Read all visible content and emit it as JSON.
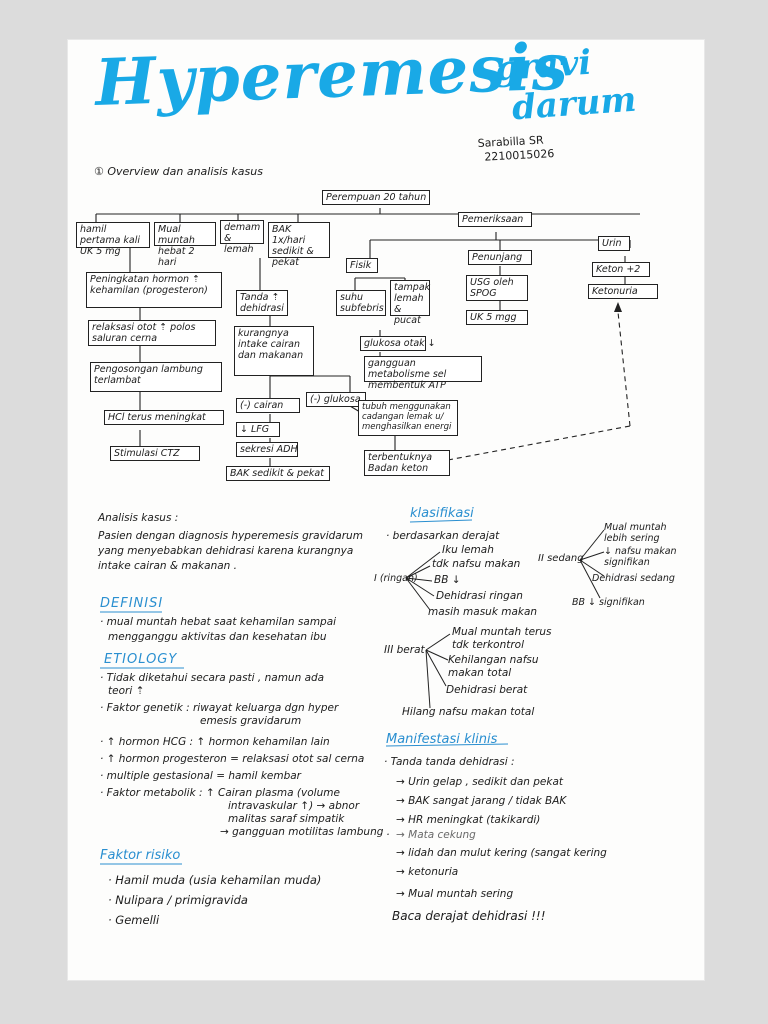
{
  "title": {
    "main": "Hyperemesis",
    "word2": "gravi",
    "word3": "darum"
  },
  "author": {
    "name": "Sarabilla SR",
    "id": "2210015026"
  },
  "overview_heading": "① Overview dan analisis kasus",
  "flow": {
    "root": "Perempuan 20 tahun",
    "hamil": "hamil pertama kali UK 5 mg",
    "mual": "Mual muntah hebat 2 hari",
    "demam": "demam & lemah",
    "bak": "BAK 1x/hari sedikit & pekat",
    "pemeriksaan": "Pemeriksaan",
    "hormon": "Peningkatan hormon ⇡ kehamilan (progesteron)",
    "tanda": "Tanda ⇡ dehidrasi",
    "fisik": "Fisik",
    "suhu": "suhu subfebris",
    "tampak": "tampak lemah & pucat",
    "penunjang": "Penunjang",
    "usg": "USG oleh SPOG",
    "uk": "UK 5 mgg",
    "urin": "Urin",
    "keton": "Keton +2",
    "ketonuria": "Ketonuria",
    "relaksasi": "relaksasi otot ⇡ polos saluran cerna",
    "kurangnya": "kurangnya intake cairan dan makanan",
    "glukosa_otak": "glukosa otak ↓",
    "gangguan": "gangguan metabolisme sel membentuk ATP",
    "pengosongan": "Pengosongan lambung terlambat",
    "cairan": "(-) cairan",
    "glukosa": "(-) glukosa",
    "tubuh": "tubuh menggunakan cadangan lemak u/ menghasilkan energi",
    "hcl": "HCl terus meningkat",
    "lfg": "↓ LFG",
    "adh": "sekresi ADH",
    "stimulasi": "Stimulasi CTZ",
    "bak_sedikit": "BAK sedikit & pekat",
    "badan_keton": "terbentuknya Badan keton"
  },
  "analisis": {
    "heading": "Analisis kasus :",
    "lines": [
      "Pasien dengan diagnosis hyperemesis gravidarum",
      "yang menyebabkan dehidrasi karena kurangnya",
      "intake cairan & makanan ."
    ]
  },
  "definisi": {
    "heading": "DEFINISI",
    "lines": [
      "· mual muntah hebat saat kehamilan sampai",
      "mengganggu aktivitas dan kesehatan ibu"
    ]
  },
  "etiology": {
    "heading": "ETIOLOGY",
    "lines": [
      "· Tidak diketahui secara pasti , namun ada",
      "teori ⇡",
      "· Faktor genetik : riwayat keluarga dgn hyper",
      "emesis gravidarum",
      "· ↑ hormon HCG : ↑ hormon kehamilan lain",
      "· ↑ hormon progesteron = relaksasi otot sal cerna",
      "· multiple gestasional = hamil kembar",
      "· Faktor metabolik : ↑ Cairan plasma (volume",
      "intravaskular ↑) → abnor",
      "malitas saraf simpatik",
      "→ gangguan motilitas lambung ."
    ]
  },
  "faktor": {
    "heading": "Faktor risiko",
    "lines": [
      "· Hamil muda (usia kehamilan muda)",
      "· Nulipara / primigravida",
      "· Gemelli"
    ]
  },
  "klasifikasi": {
    "heading": "klasifikasi",
    "intro": "· berdasarkan derajat",
    "ringan_label": "I (ringan)",
    "ringan": [
      "Iku lemah",
      "tdk nafsu makan",
      "BB ↓",
      "Dehidrasi ringan",
      "masih masuk makan"
    ],
    "sedang_label": "II sedang",
    "sedang": [
      "Mual muntah lebih sering",
      "↓ nafsu makan signifikan",
      "Dehidrasi sedang",
      "BB ↓ signifikan"
    ],
    "berat_label": "III berat",
    "berat": [
      "Mual muntah terus tdk terkontrol",
      "Kehilangan nafsu makan total",
      "Dehidrasi berat",
      "Hilang nafsu makan total"
    ]
  },
  "manifestasi": {
    "heading": "Manifestasi klinis",
    "intro": "· Tanda tanda dehidrasi :",
    "items": [
      "→ Urin gelap , sedikit dan pekat",
      "→ BAK sangat jarang / tidak BAK",
      "→ HR meningkat (takikardi)",
      "→ Mata cekung",
      "→ lidah dan mulut kering (sangat kering",
      "→ ketonuria",
      "→ Mual muntah sering"
    ],
    "footer": "Baca derajat dehidrasi !!!"
  }
}
